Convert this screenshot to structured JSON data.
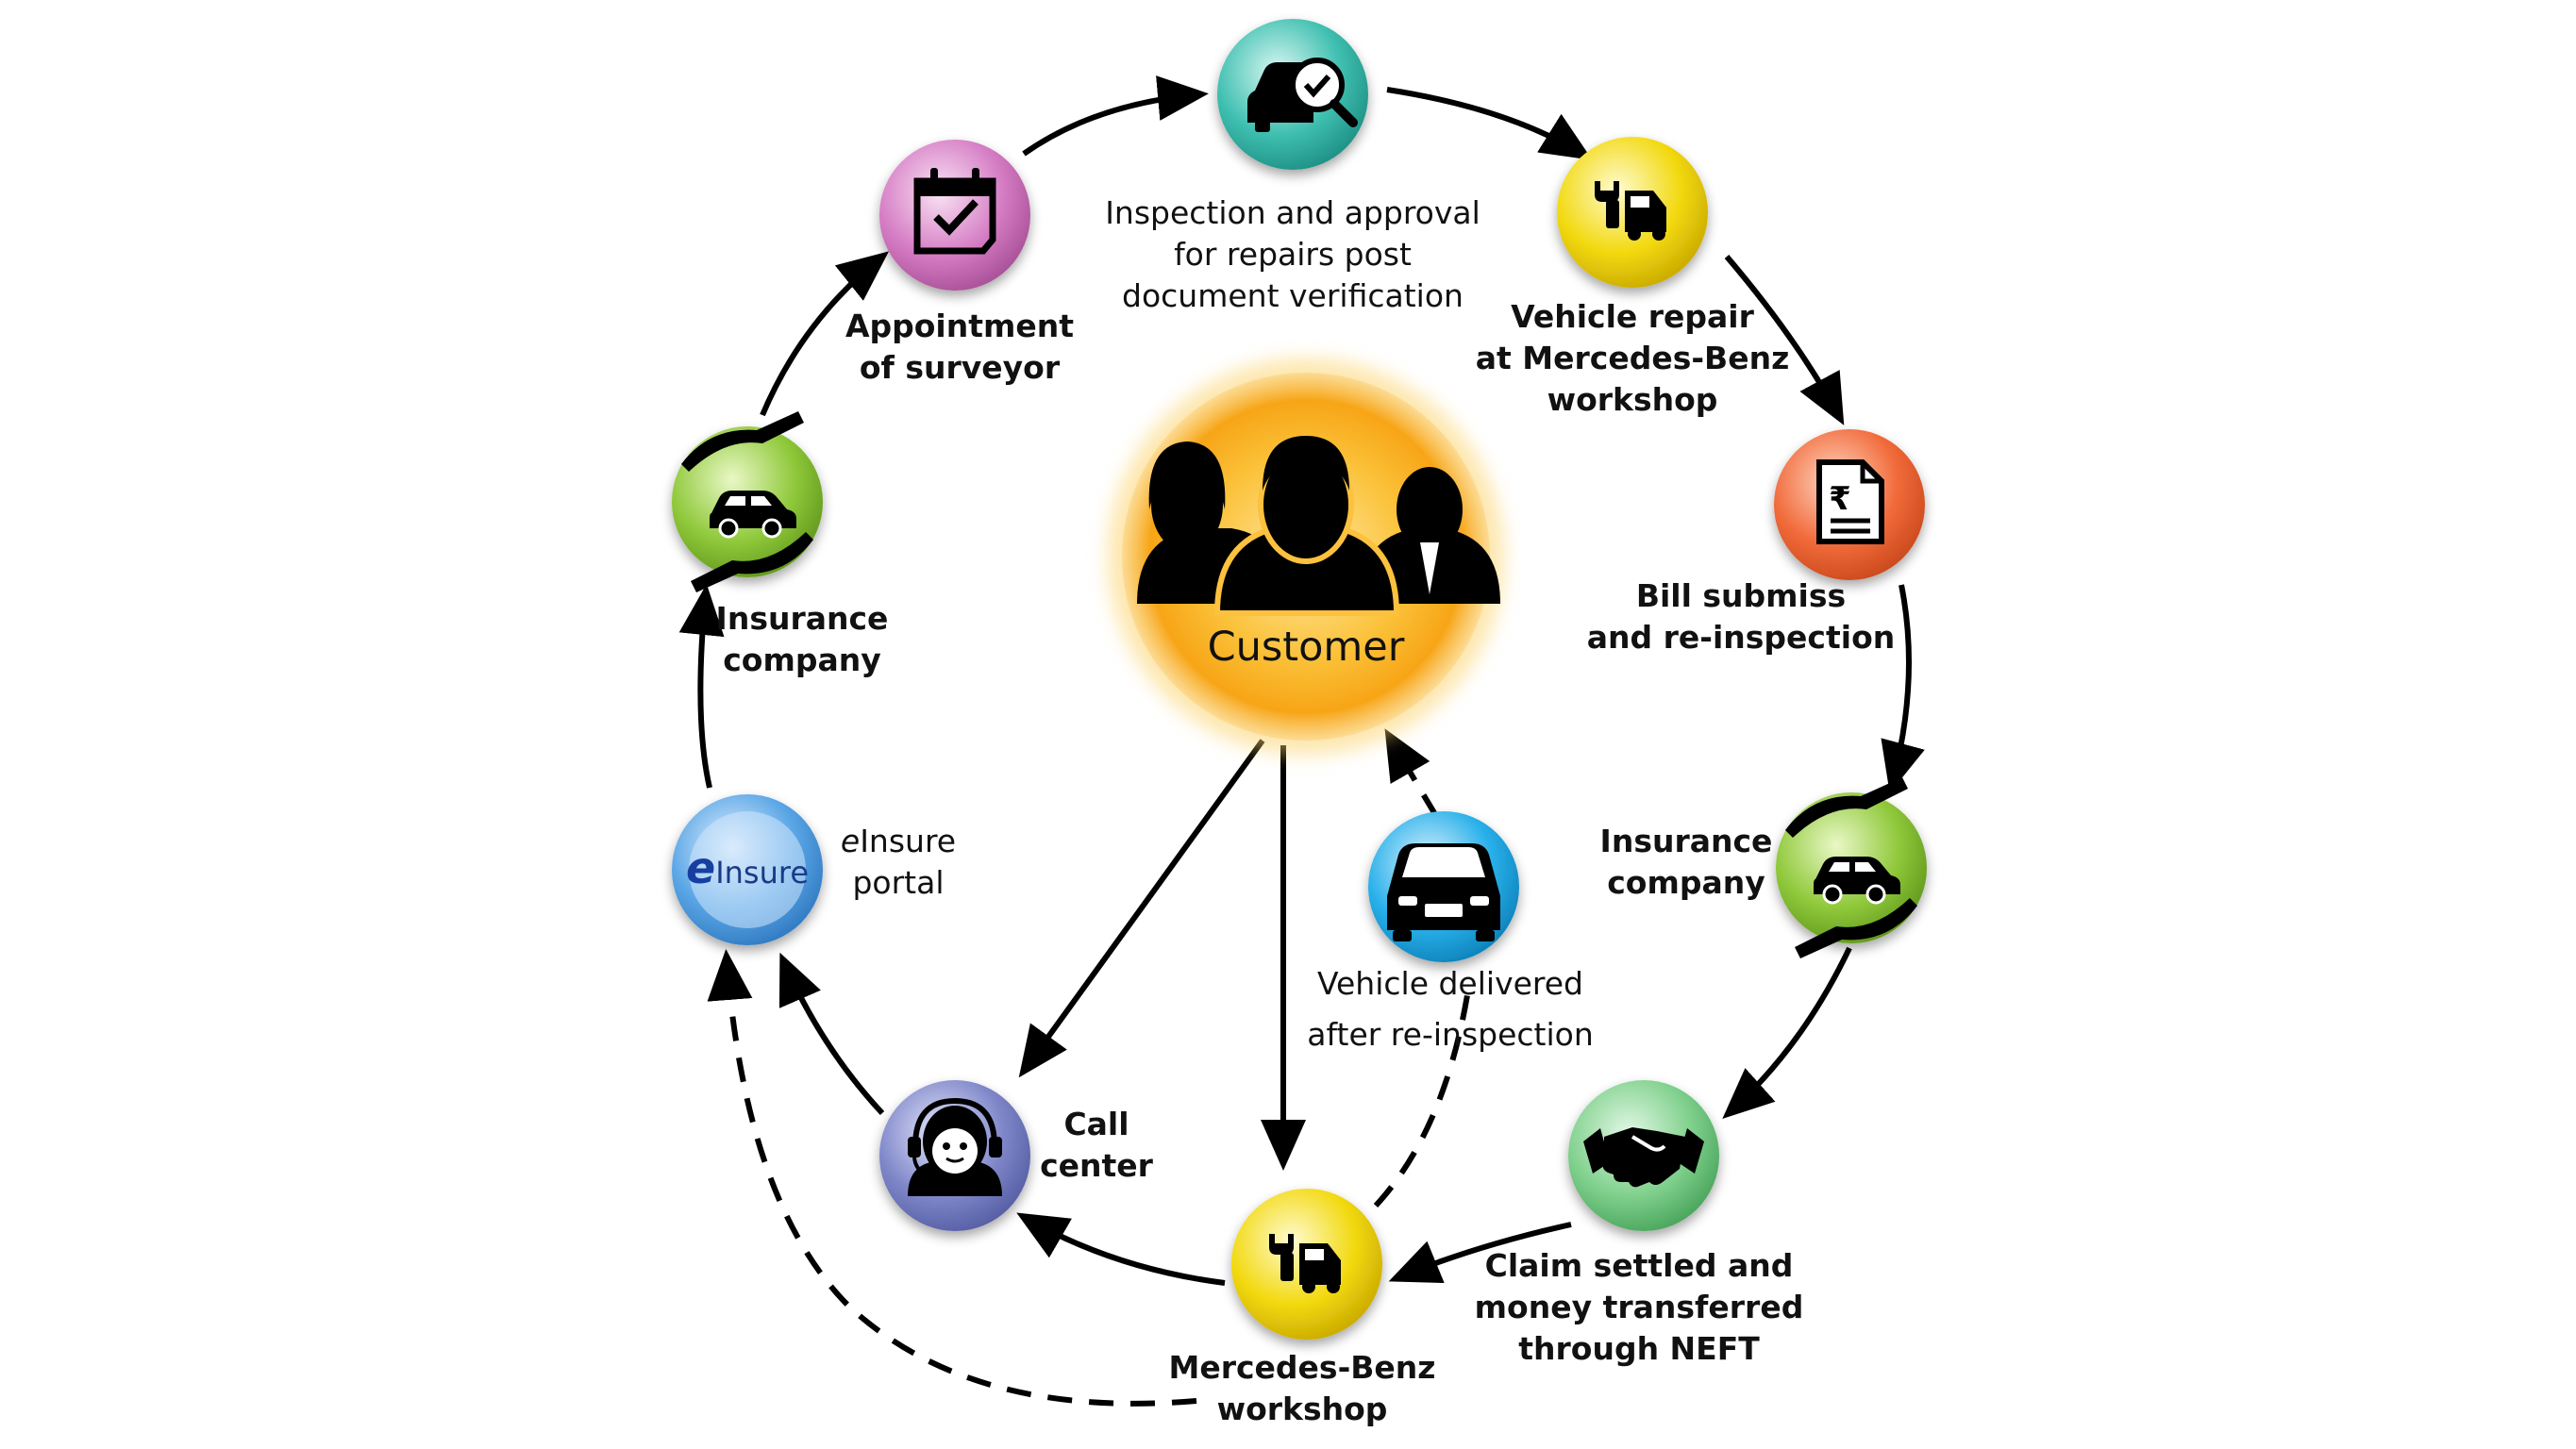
{
  "center": {
    "label": "Customer",
    "icon": "customer-group-icon",
    "color": "#f7a516"
  },
  "nodes": [
    {
      "id": "inspection",
      "icon": "car-inspection-icon",
      "color": "#3ebfb0",
      "label_lines": [
        "Inspection and approval",
        "for repairs post",
        "document verification"
      ]
    },
    {
      "id": "vehicle-repair",
      "icon": "repair-tools-icon",
      "color": "#f2d90f",
      "label_lines": [
        "Vehicle repair",
        "at Mercedes-Benz",
        "workshop"
      ]
    },
    {
      "id": "bill-submiss",
      "icon": "rupee-bill-icon",
      "color": "#f16a3a",
      "label_lines": [
        "Bill submiss",
        "and re-inspection"
      ]
    },
    {
      "id": "insurance-company-right",
      "icon": "insured-car-hands-icon",
      "color": "#8fc83a",
      "label_lines": [
        "Insurance",
        "company"
      ]
    },
    {
      "id": "claim-settled",
      "icon": "handshake-icon",
      "color": "#7fd08c",
      "label_lines": [
        "Claim settled and",
        "money transferred",
        "through NEFT"
      ]
    },
    {
      "id": "mercedes-workshop",
      "icon": "repair-tools-icon",
      "color": "#f2d90f",
      "label_lines": [
        "Mercedes-Benz",
        "workshop"
      ]
    },
    {
      "id": "call-center",
      "icon": "call-center-agent-icon",
      "color": "#7f87c9",
      "label_lines": [
        "Call",
        "center"
      ]
    },
    {
      "id": "einsure-portal",
      "icon": "einsure-logo-icon",
      "color": "#5aa6e6",
      "logo_text": "eInsure",
      "label_em": "e",
      "label_rest": "Insure",
      "label_line2": "portal"
    },
    {
      "id": "insurance-company-left",
      "icon": "insured-car-hands-icon",
      "color": "#8fc83a",
      "label_lines": [
        "Insurance",
        "company"
      ]
    },
    {
      "id": "appointment",
      "icon": "calendar-check-icon",
      "color": "#d57cc4",
      "label_lines": [
        "Appointment",
        "of surveyor"
      ]
    },
    {
      "id": "vehicle-delivered",
      "icon": "car-front-icon",
      "color": "#29b0ea",
      "label_lines": [
        "Vehicle delivered",
        "after re-inspection"
      ]
    }
  ]
}
